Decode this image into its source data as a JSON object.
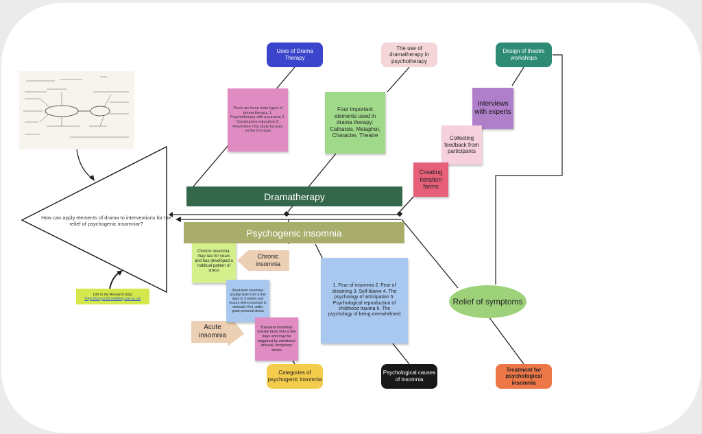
{
  "question": "How can apply elements of drama to interventions for the relief of psychogenic insomniar?",
  "dramatherapy_bar": "Dramatherapy",
  "insomnia_bar": "Psychogenic insomnia",
  "categories": {
    "uses": "Uses of Drama Therapy",
    "use_in_psychotherapy": "The use of dramatherapy in psychotherapy",
    "workshops": "Design of theatre workshops",
    "categories_insomnia": "Categories of psychogenic insomnia",
    "causes": "Psychological causes of insomnia",
    "treatment": "Treatment for psychological insomnia"
  },
  "notes": {
    "three_types": "There are three main types of drama therapy, 1. Psychotherapy with a purpose 2. Constructive education 3. Prevention This study focuses on the first type",
    "four_elements": "Four important elements used in drama therapy: Catharsis, Metaphor, Character, Theatre",
    "interviews": "Interviews with experts",
    "collecting": "Collecting feedback from participants",
    "creating": "Creating iteration forms",
    "causes_list": "1. Fear of insomnia 2. Fear of dreaming 3. Self-blame 4. The psychology of anticipation 5. Psychological reproduction of childhood trauma 6. The psychology of being overwhelmed",
    "chronic_note": "Chronic insomnia: may last for years and has developed a habitual pattern of stress",
    "short_term_note": "Short-term insomnia: usually lasts from a few days to 3 weeks and occurs when a person is seriously ill or under great personal stress",
    "transient_note": "Transient insomnia: usually lasts only a few days and may be triggered by emotional arousal, temporary stress"
  },
  "arrows": {
    "chronic": "Chronic insomnia",
    "acute": "Acute insomnia"
  },
  "relief": "Relief of symptoms",
  "link": {
    "label": "Link to my Research blog:",
    "url": "https://honyan92.mddblog.arts.ac.uk/"
  },
  "colors": {
    "blue": "#3a45cc",
    "pink_light": "#f4d6d8",
    "teal": "#2e8c76",
    "dark_green": "#35684a",
    "olive": "#a8ad6c",
    "yellow": "#f4cc4c",
    "black": "#181818",
    "orange": "#ee7748",
    "green_ellipse": "#9ed27a"
  }
}
